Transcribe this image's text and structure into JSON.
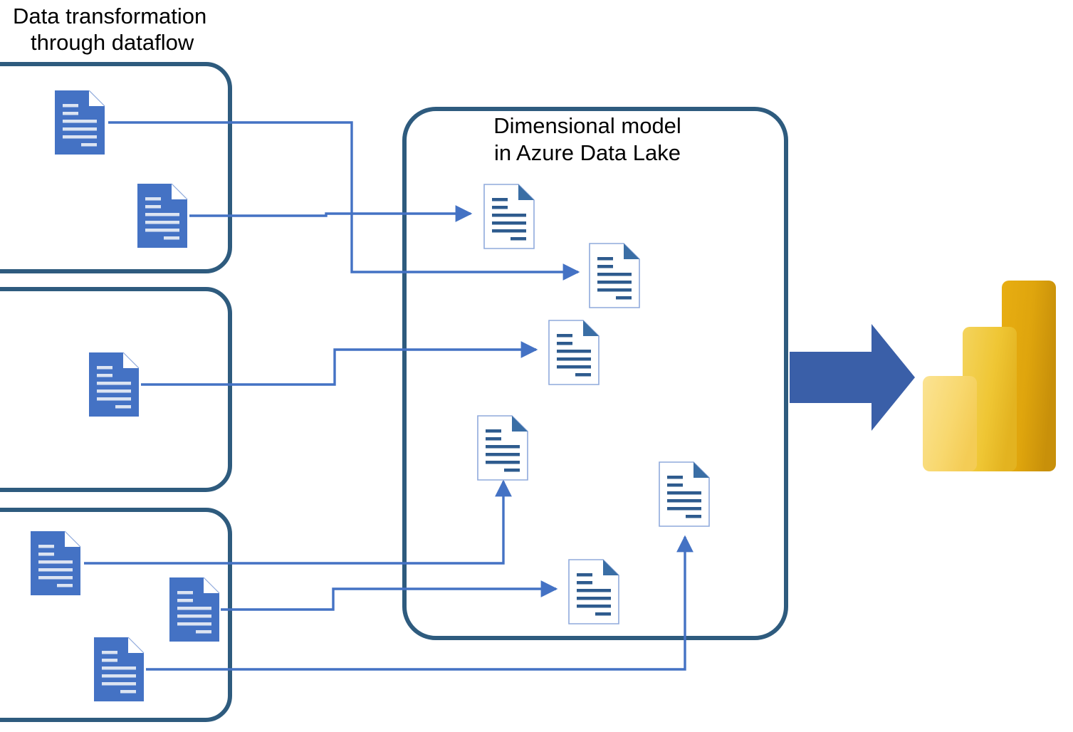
{
  "diagram": {
    "title": "Data transformation through dataflow",
    "title_lines": [
      "Data transformation",
      "through dataflow"
    ],
    "model_title": "Dimensional model in Azure Data Lake",
    "model_title_lines": [
      "Dimensional model",
      "in Azure Data Lake"
    ],
    "colors": {
      "container_border": "#2E5B7E",
      "document_fill": "#4472C4",
      "document_line_light": "#DCE4F2",
      "document_outline_border": "#8FAADC",
      "document_outline_line": "#2E5B8E",
      "document_fold": "#3A6EA5",
      "connector": "#4472C4",
      "block_arrow": "#3A5FA8",
      "text": "#000000",
      "powerbi_light": "#F7D676",
      "powerbi_mid": "#EBBE34",
      "powerbi_dark": "#D9A40E"
    },
    "source_groups": [
      {
        "name": "source-group-top",
        "documents": [
          "source-doc-1",
          "source-doc-2"
        ]
      },
      {
        "name": "source-group-middle",
        "documents": [
          "source-doc-3"
        ]
      },
      {
        "name": "source-group-bottom",
        "documents": [
          "source-doc-4",
          "source-doc-5",
          "source-doc-6"
        ]
      }
    ],
    "model_documents": [
      "model-doc-1",
      "model-doc-2",
      "model-doc-3",
      "model-doc-4",
      "model-doc-5",
      "model-doc-6"
    ],
    "connector_count": 6,
    "output": {
      "arrow_name": "output-block-arrow",
      "target_name": "power-bi-logo"
    }
  }
}
